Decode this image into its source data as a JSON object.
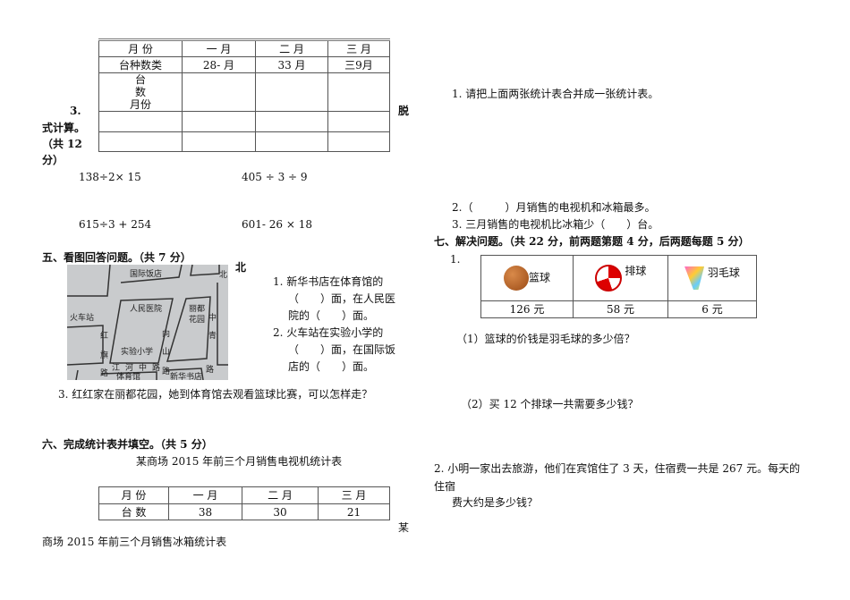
{
  "top_table": {
    "header": [
      "月 份",
      "一 月",
      "二 月",
      "三 月"
    ],
    "row2": [
      "台种数类",
      "28- 月",
      "33 月",
      "三9月"
    ],
    "row3_first": [
      "台",
      "数",
      "月份"
    ]
  },
  "sec4": {
    "num": "3.",
    "line1": "式计算。",
    "line2": "（共 12",
    "line3": "分）",
    "tail": "脱",
    "calc": [
      "138÷2× 15",
      "405 ÷ 3 ÷ 9",
      "615÷3 + 254",
      "601- 26 × 18"
    ]
  },
  "sec5": {
    "heading": "五、看图回答问题。（共 7 分）",
    "north": "北",
    "map_labels": [
      "国际饭店",
      "人民医院",
      "丽都",
      "花园",
      "火车站",
      "红",
      "旗",
      "路",
      "实验小学",
      "向",
      "山",
      "路",
      "中",
      "青",
      "路",
      "江",
      "河",
      "中",
      "路",
      "体育馆",
      "新华书店",
      "北"
    ],
    "q1": [
      "1. 新华书店在体育馆的",
      "（　　）面，在人民医",
      "院的（　　）面。"
    ],
    "q2": [
      "2. 火车站在实验小学的",
      "（　　）面，在国际饭",
      "店的（　　）面。"
    ],
    "q3": "3. 红红家在丽都花园，她到体育馆去观看篮球比赛，可以怎样走？"
  },
  "sec6": {
    "heading": "六、完成统计表并填空。（共 5 分）",
    "tv_title": "某商场 2015 年前三个月销售电视机统计表",
    "tv_table": {
      "header": [
        "月 份",
        "一 月",
        "二 月",
        "三 月"
      ],
      "row": [
        "台 数",
        "38",
        "30",
        "21"
      ]
    },
    "fridge_title_a": "某",
    "fridge_title_b": "商场 2015 年前三个月销售冰箱统计表",
    "q1": "1.  请把上面两张统计表合并成一张统计表。",
    "q2": "2.（　　　）月销售的电视机和冰箱最多。",
    "q3": "3.  三月销售的电视机比冰箱少（　　）台。"
  },
  "sec7": {
    "heading": "七、解决问题。（共 22 分，前两题第题 4 分，后两题每题 5 分）",
    "p1_num": "1.",
    "items": [
      {
        "name": "篮球",
        "price": "126 元",
        "icon": "basketball-icon"
      },
      {
        "name": "排球",
        "price": "58 元",
        "icon": "volleyball-icon"
      },
      {
        "name": "羽毛球",
        "price": "6 元",
        "icon": "shuttlecock-icon"
      }
    ],
    "p1_q1": "（1）篮球的价钱是羽毛球的多少倍？",
    "p1_q2": "（2）买 12 个排球一共需要多少钱？",
    "p2_l1": "2.  小明一家出去旅游，他们在宾馆住了 3 天，住宿费一共是 267 元。每天的",
    "p2_l2": "住宿",
    "p2_l3": "费大约是多少钱？"
  }
}
